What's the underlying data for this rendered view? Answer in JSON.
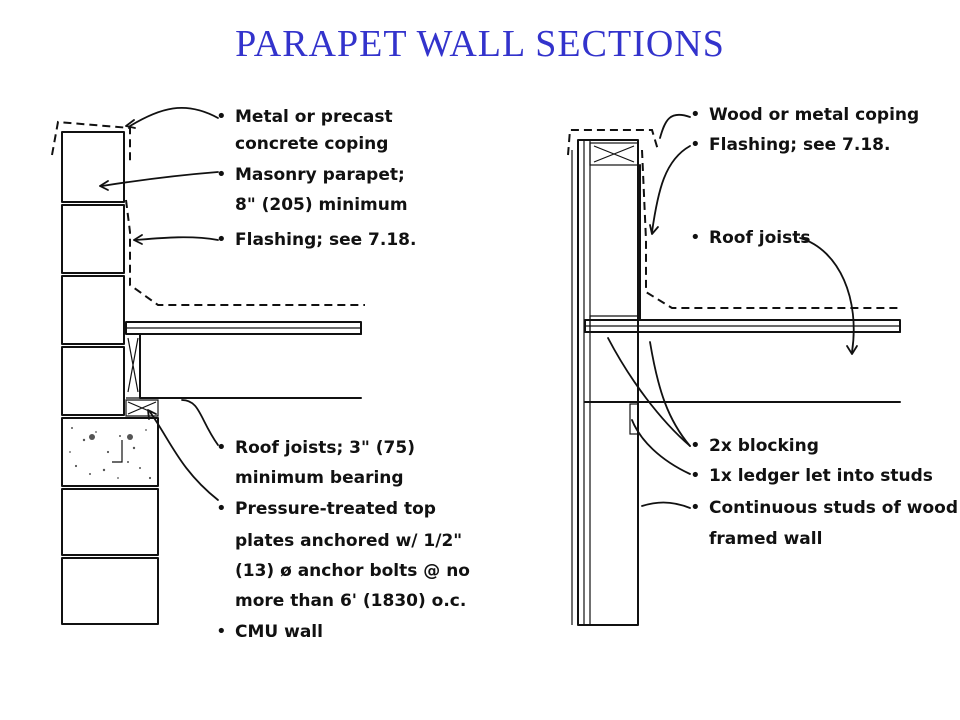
{
  "title": "PARAPET  WALL  SECTIONS",
  "left_section": {
    "labels": [
      [
        "Metal or precast",
        "concrete coping"
      ],
      [
        "Masonry parapet;",
        "8\" (205) minimum"
      ],
      [
        "Flashing; see 7.18."
      ],
      [
        "Roof joists; 3\" (75)",
        "minimum bearing"
      ],
      [
        "Pressure-treated top",
        "plates anchored w/ 1/2\"",
        "(13) ø anchor bolts @ no",
        "more than 6' (1830) o.c."
      ],
      [
        "CMU wall"
      ]
    ]
  },
  "right_section": {
    "labels": [
      [
        "Wood or metal coping"
      ],
      [
        "Flashing; see 7.18."
      ],
      [
        "Roof joists"
      ],
      [
        "2x blocking"
      ],
      [
        "1x ledger let into studs"
      ],
      [
        "Continuous studs of wood",
        "framed wall"
      ]
    ]
  }
}
